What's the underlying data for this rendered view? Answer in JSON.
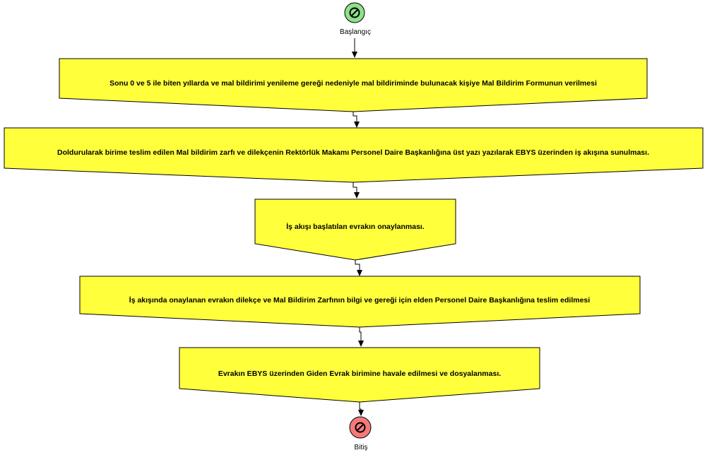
{
  "colors": {
    "step_fill": "#ffff3c",
    "start_fill": "#8ee08a",
    "start_stroke": "#2e8b2e",
    "end_fill": "#f47a7a",
    "end_stroke": "#d81f1f"
  },
  "start_event": {
    "label": "Başlangıç",
    "icon": "no-entry-icon"
  },
  "steps": [
    {
      "text": "Sonu 0 ve 5 ile biten yıllarda ve mal bildirimi yenileme gereği nedeniyle mal bildiriminde bulunacak kişiye Mal Bildirim Formunun verilmesi"
    },
    {
      "text": "Doldurularak birime teslim edilen Mal bildirim zarfı ve dilekçenin Rektörlük Makamı Personel Daire Başkanlığına üst yazı yazılarak EBYS üzerinden iş akışına sunulması."
    },
    {
      "text": "İş akışı başlatılan evrakın onaylanması."
    },
    {
      "text": "İş akışında onaylanan evrakın dilekçe ve Mal Bildirim Zarfının bilgi ve gereği için elden Personel Daire Başkanlığına teslim edilmesi"
    },
    {
      "text": "Evrakın EBYS üzerinden Giden Evrak birimine havale edilmesi ve dosyalanması."
    }
  ],
  "end_event": {
    "label": "Bitiş",
    "icon": "no-entry-icon"
  }
}
